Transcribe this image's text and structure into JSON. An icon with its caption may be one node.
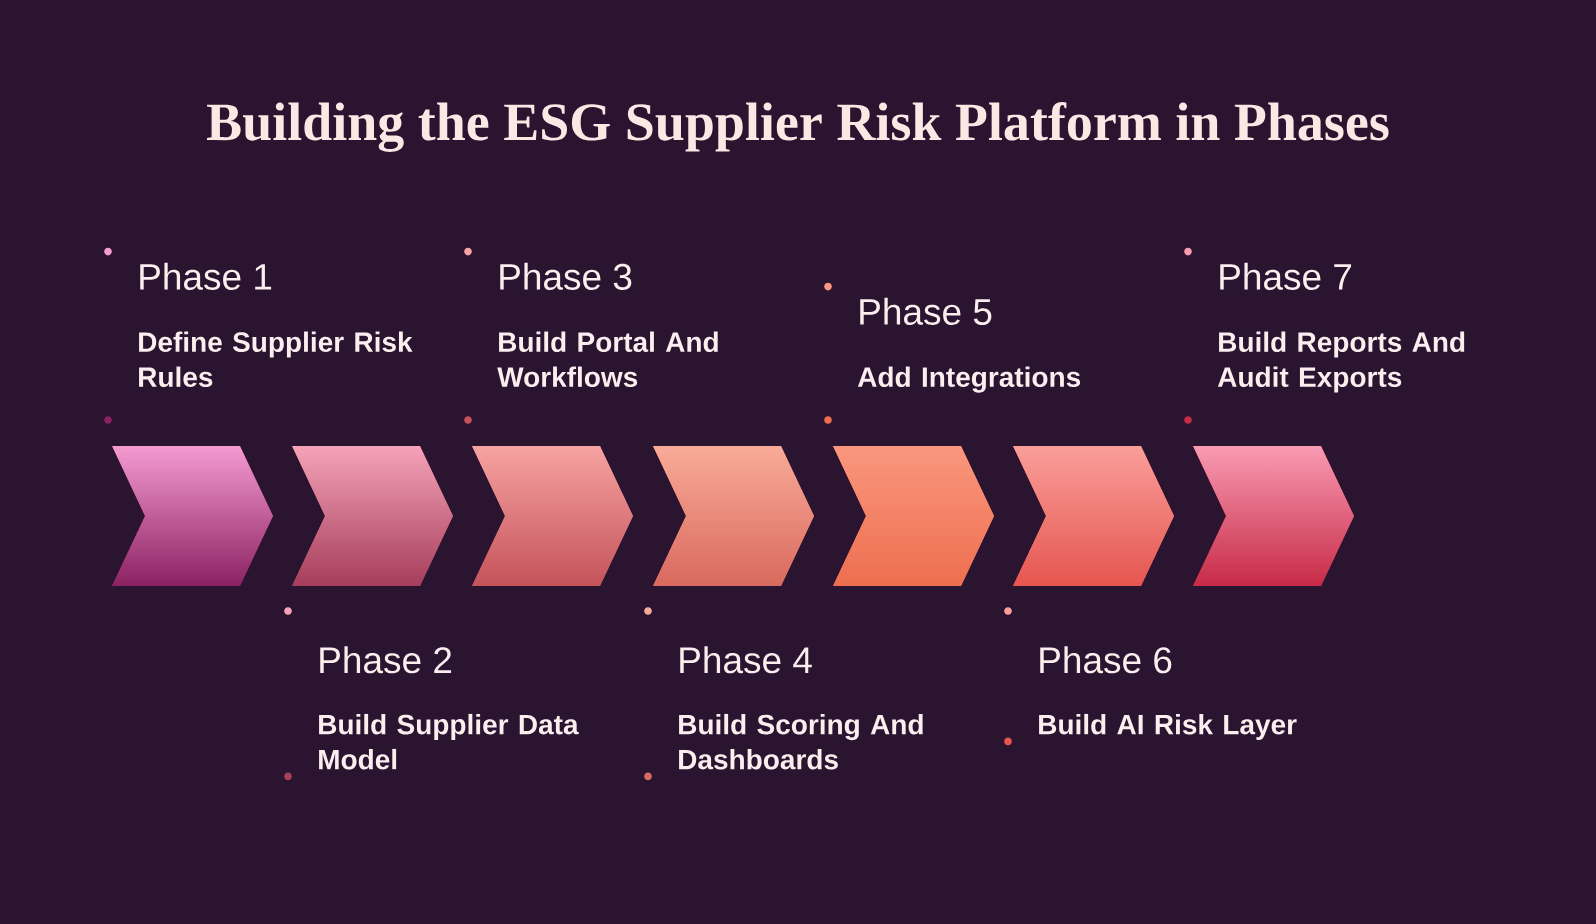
{
  "diagram": {
    "title": "Building the ESG Supplier Risk Platform in Phases",
    "nodes": [
      {
        "text": [],
        "shape": "chevron",
        "beside": [
          "Phase 1",
          "Define Supplier Risk Rules"
        ]
      },
      {
        "text": [],
        "shape": "chevron",
        "beside": [
          "Phase 2",
          "Build Supplier Data Model"
        ]
      },
      {
        "text": [],
        "shape": "chevron",
        "beside": [
          "Phase 3",
          "Build Portal And Workflows"
        ]
      },
      {
        "text": [],
        "shape": "chevron",
        "beside": [
          "Phase 4",
          "Build Scoring And Dashboards"
        ]
      },
      {
        "text": [],
        "shape": "chevron",
        "beside": [
          "Phase 5",
          "Add Integrations"
        ]
      },
      {
        "text": [],
        "shape": "chevron",
        "beside": [
          "Phase 6",
          "Build AI Risk Layer"
        ]
      },
      {
        "text": [],
        "shape": "chevron",
        "beside": [
          "Phase 7",
          "Build Reports And Audit Exports"
        ]
      }
    ]
  }
}
